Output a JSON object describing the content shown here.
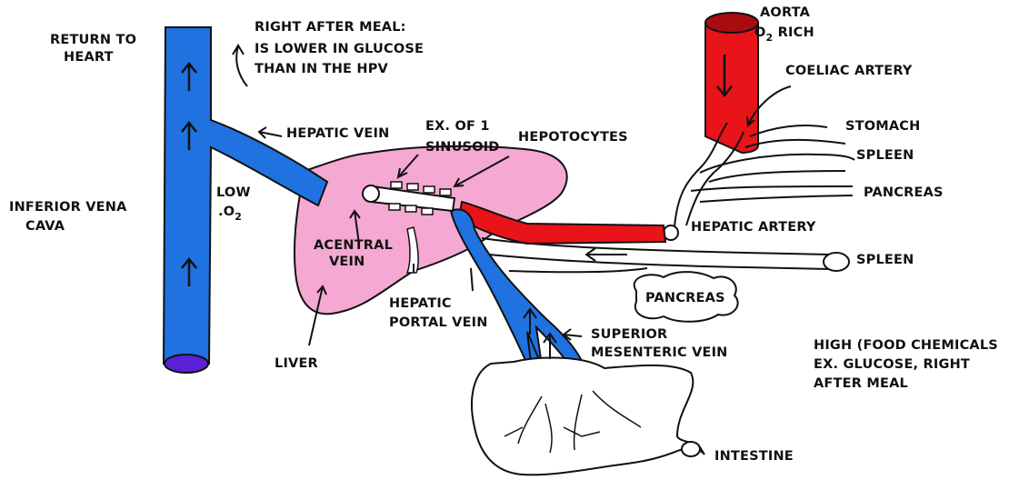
{
  "labels": {
    "return_heart": [
      "RETURN TO",
      "HEART"
    ],
    "right_after_meal": [
      "RIGHT AFTER MEAL:",
      "IS LOWER IN GLUCOSE",
      "THAN IN THE HPV"
    ],
    "aorta": "AORTA",
    "o2_rich": "O",
    "o2_rich_sub": "2",
    "o2_rich_tail": " RICH",
    "coeliac_artery": "COELIAC ARTERY",
    "stomach": "STOMACH",
    "spleen_top": "SPLEEN",
    "pancreas_top": "PANCREAS",
    "hepatic_vein": "HEPATIC VEIN",
    "ex_sinusoid": [
      "EX. OF 1",
      "SINUSOID"
    ],
    "hepatocytes": "HEPOTOCYTES",
    "low": "LOW",
    "low_o2": ".O",
    "low_o2_sub": "2",
    "ivc": [
      "INFERIOR VENA",
      "CAVA"
    ],
    "acentral_vein": [
      "ACENTRAL",
      "VEIN"
    ],
    "hepatic_artery": "HEPATIC ARTERY",
    "spleen_mid": "SPLEEN",
    "pancreas_mid": "PANCREAS",
    "hepatic_portal_vein": [
      "HEPATIC",
      "PORTAL VEIN"
    ],
    "superior_mesenteric_vein": [
      "SUPERIOR",
      "MESENTERIC VEIN"
    ],
    "liver": "LIVER",
    "high_food": [
      "HIGH (FOOD CHEMICALS",
      "EX. GLUCOSE, RIGHT",
      "AFTER MEAL"
    ],
    "intestine": "INTESTINE"
  },
  "colors": {
    "vein": "#1f72e0",
    "artery": "#e8141a",
    "artery_dark": "#a80c10",
    "liver": "#f4a8d2",
    "ivc_end": "#5a22d6",
    "outline": "#111111"
  }
}
